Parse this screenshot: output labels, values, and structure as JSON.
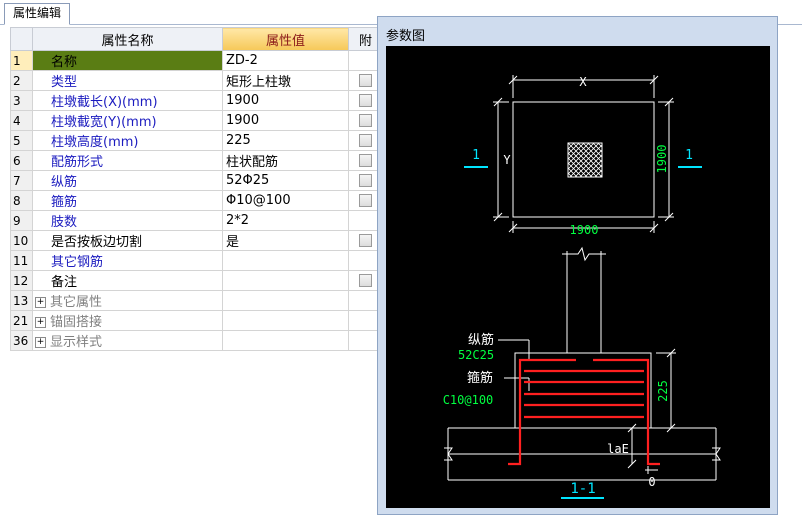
{
  "tab": {
    "label": "属性编辑"
  },
  "table": {
    "headers": {
      "name": "属性名称",
      "value": "属性值",
      "attach": "附"
    },
    "rows": [
      {
        "num": "1",
        "name": "名称",
        "value": "ZD-2",
        "color": "black",
        "checkbox": false,
        "selected": true
      },
      {
        "num": "2",
        "name": "类型",
        "value": "矩形上柱墩",
        "color": "blue",
        "checkbox": true
      },
      {
        "num": "3",
        "name": "柱墩截长(X)(mm)",
        "value": "1900",
        "color": "blue",
        "checkbox": true
      },
      {
        "num": "4",
        "name": "柱墩截宽(Y)(mm)",
        "value": "1900",
        "color": "blue",
        "checkbox": true
      },
      {
        "num": "5",
        "name": "柱墩高度(mm)",
        "value": "225",
        "color": "blue",
        "checkbox": true
      },
      {
        "num": "6",
        "name": "配筋形式",
        "value": "柱状配筋",
        "color": "blue",
        "checkbox": true
      },
      {
        "num": "7",
        "name": "纵筋",
        "value": "52Φ25",
        "color": "blue",
        "checkbox": true
      },
      {
        "num": "8",
        "name": "箍筋",
        "value": "Φ10@100",
        "color": "blue",
        "checkbox": true
      },
      {
        "num": "9",
        "name": "肢数",
        "value": "2*2",
        "color": "blue",
        "checkbox": false
      },
      {
        "num": "10",
        "name": "是否按板边切割",
        "value": "是",
        "color": "black",
        "checkbox": true
      },
      {
        "num": "11",
        "name": "其它钢筋",
        "value": "",
        "color": "blue",
        "checkbox": false
      },
      {
        "num": "12",
        "name": "备注",
        "value": "",
        "color": "black",
        "checkbox": true
      },
      {
        "num": "13",
        "name": "其它属性",
        "value": "",
        "color": "grey",
        "checkbox": false,
        "expander": true
      },
      {
        "num": "21",
        "name": "锚固搭接",
        "value": "",
        "color": "grey",
        "checkbox": false,
        "expander": true
      },
      {
        "num": "36",
        "name": "显示样式",
        "value": "",
        "color": "grey",
        "checkbox": false,
        "expander": true
      }
    ]
  },
  "panel": {
    "title": "参数图",
    "drawing": {
      "plan_x_label": "X",
      "plan_y_label": "Y",
      "plan_width_dim": "1900",
      "plan_height_dim": "1900",
      "section_marker": "1",
      "section_title": "1-1",
      "longitudinal_label": "纵筋",
      "longitudinal_value": "52C25",
      "stirrup_label": "箍筋",
      "stirrup_value": "C10@100",
      "height_dim": "225",
      "anchor_label": "laE",
      "offset_label": "0"
    }
  },
  "colors": {
    "selected_row": "#5a7d14",
    "header_highlight": "#f6c858",
    "rebar": "#ff2020",
    "dimension": "#00ff40",
    "marker": "#00e5ff"
  }
}
